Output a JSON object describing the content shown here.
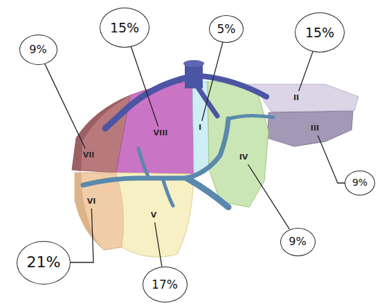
{
  "diagram": {
    "nodes": [
      {
        "text": [
          "9%"
        ]
      },
      {
        "text": [
          "15%"
        ]
      },
      {
        "text": [
          "5%"
        ]
      },
      {
        "text": [
          "15%"
        ]
      },
      {
        "text": [
          "VII"
        ]
      },
      {
        "text": [
          "VIII"
        ]
      },
      {
        "text": [
          "I"
        ]
      },
      {
        "text": [
          "II"
        ]
      },
      {
        "text": [
          "III"
        ]
      },
      {
        "text": [
          "IV"
        ]
      },
      {
        "text": [
          "9%"
        ]
      },
      {
        "text": [
          "VI"
        ]
      },
      {
        "text": [
          "V"
        ]
      },
      {
        "text": [
          "9%"
        ]
      },
      {
        "text": [
          "21%"
        ]
      },
      {
        "text": [
          "17%"
        ]
      }
    ],
    "edges": [
      {
        "from": 0,
        "to": 4,
        "arrow": "none"
      },
      {
        "from": 1,
        "to": 5,
        "arrow": "none"
      },
      {
        "from": 2,
        "to": 6,
        "arrow": "none"
      },
      {
        "from": 3,
        "to": 7,
        "arrow": "none"
      },
      {
        "from": 10,
        "to": 8,
        "arrow": "none"
      },
      {
        "from": 13,
        "to": 9,
        "arrow": "none"
      },
      {
        "from": 14,
        "to": 11,
        "arrow": "none"
      },
      {
        "from": 15,
        "to": 12,
        "arrow": "none"
      }
    ]
  }
}
